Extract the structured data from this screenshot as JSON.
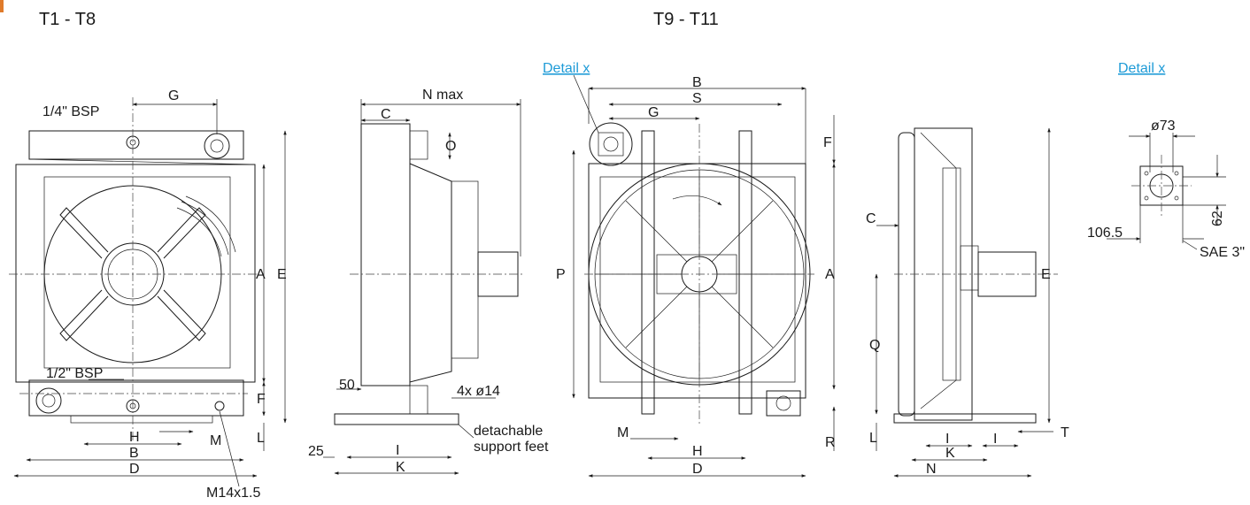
{
  "titles": {
    "left": "T1 - T8",
    "right": "T9 - T11"
  },
  "links": {
    "detail_1": "Detail x",
    "detail_2": "Detail x"
  },
  "view1": {
    "G": "G",
    "port_top": "1/4\" BSP",
    "port_bottom": "1/2\" BSP",
    "A": "A",
    "E": "E",
    "F": "F",
    "L": "L",
    "H": "H",
    "M": "M",
    "B": "B",
    "D": "D",
    "thread": "M14x1.5"
  },
  "view2": {
    "N": "N max",
    "C": "C",
    "O": "O",
    "d50": "50",
    "d25": "25",
    "holes": "4x ø14",
    "feet_1": "detachable",
    "feet_2": "support feet",
    "I": "I",
    "K": "K"
  },
  "view3": {
    "B": "B",
    "S": "S",
    "G": "G",
    "F": "F",
    "P": "P",
    "A": "A",
    "R": "R",
    "M": "M",
    "H": "H",
    "D": "D"
  },
  "view4": {
    "C": "C",
    "Q": "Q",
    "E": "E",
    "L": "L",
    "T": "T",
    "I1": "I",
    "I2": "I",
    "K": "K",
    "N": "N"
  },
  "detail": {
    "dia": "ø73",
    "d62": "62",
    "d106": "106.5",
    "sae": "SAE 3\""
  }
}
